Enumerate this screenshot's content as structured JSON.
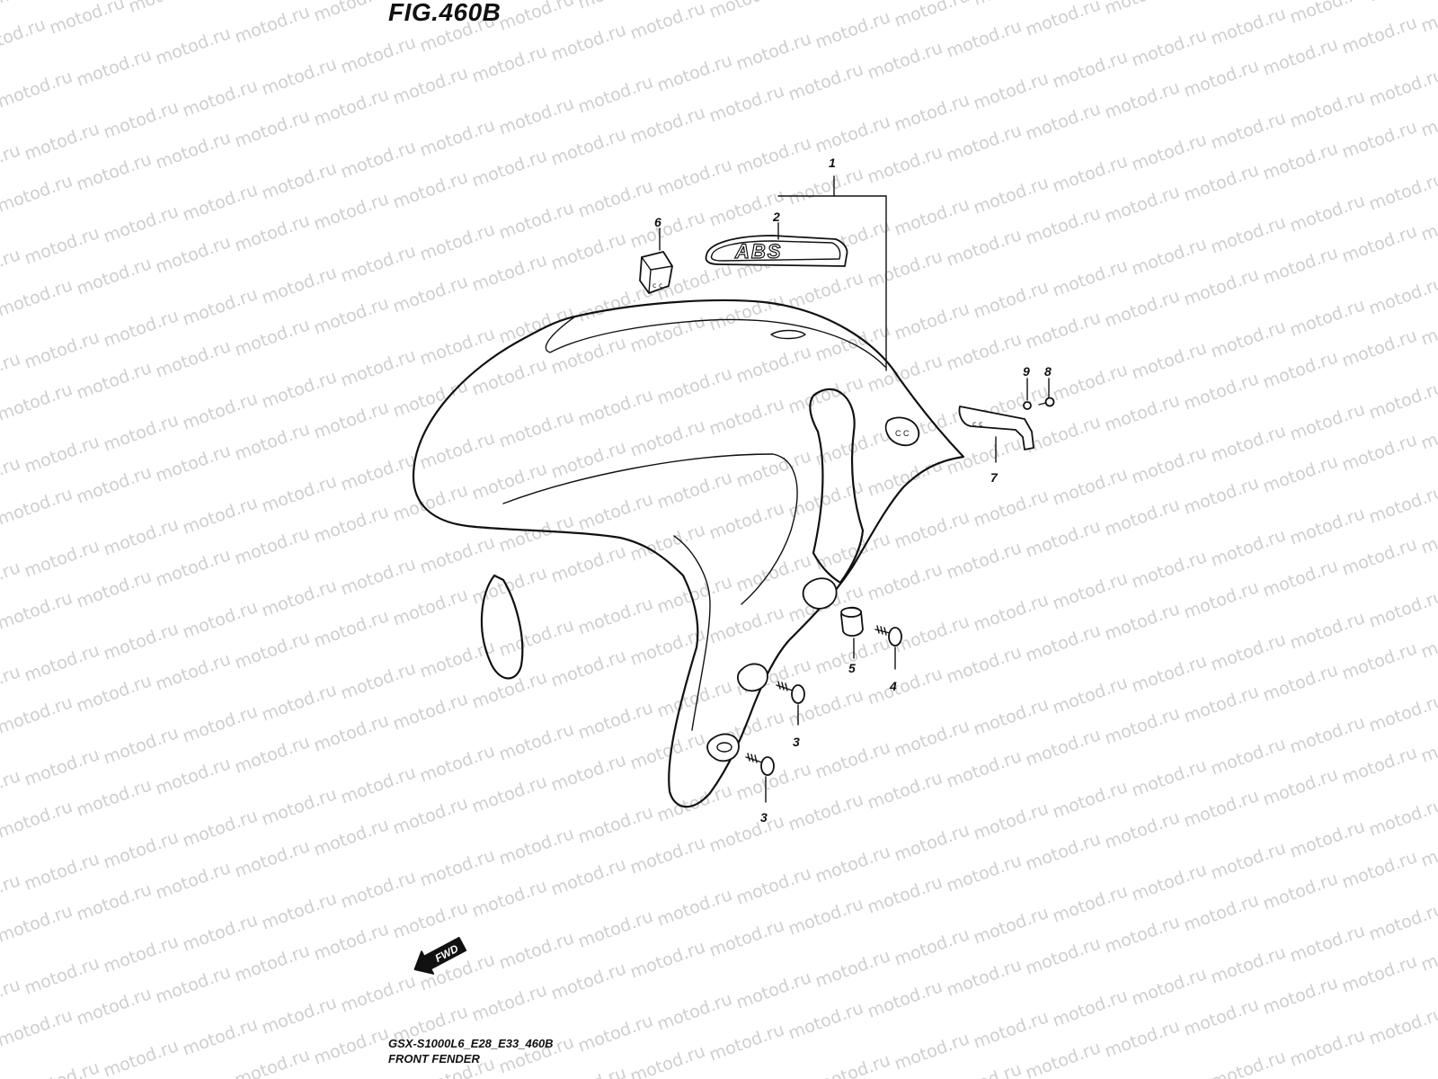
{
  "figure_title": "FIG.460B",
  "watermark": "motod.ru",
  "footer": {
    "model_code": "GSX-S1000L6_E28_E33_460B",
    "section_name": "FRONT FENDER"
  },
  "emblem_text": "ABS",
  "direction_label": "FWD",
  "callouts": [
    {
      "id": "callout-1",
      "label": "1"
    },
    {
      "id": "callout-2",
      "label": "2"
    },
    {
      "id": "callout-6-cover",
      "label": "6"
    },
    {
      "id": "callout-9",
      "label": "9"
    },
    {
      "id": "callout-8",
      "label": "8"
    },
    {
      "id": "callout-7",
      "label": "7"
    },
    {
      "id": "callout-5",
      "label": "5"
    },
    {
      "id": "callout-4",
      "label": "4"
    },
    {
      "id": "callout-3-upper",
      "label": "3"
    },
    {
      "id": "callout-3-lower",
      "label": "3"
    }
  ],
  "colors": {
    "line": "#111111",
    "watermark": "#cfcfcf",
    "background": "#ffffff"
  }
}
